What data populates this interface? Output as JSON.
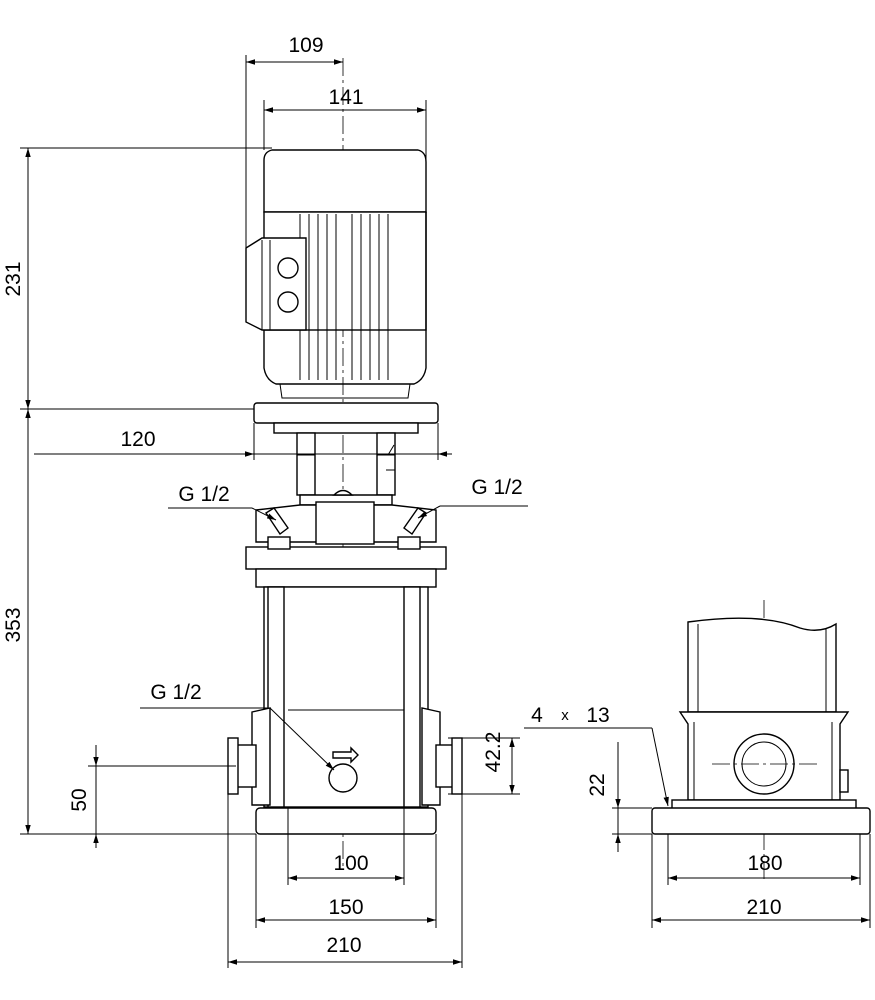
{
  "front_view": {
    "dim_width_top": "109",
    "dim_motor_width": "141",
    "dim_motor_height": "231",
    "dim_flange_offset": "120",
    "port_label_left": "G 1/2",
    "port_label_right": "G 1/2",
    "dim_pump_height": "353",
    "port_label_bottom": "G 1/2",
    "dim_port_height": "42.2",
    "dim_inlet_height": "50",
    "dim_base_inner": "100",
    "dim_base_middle": "150",
    "dim_base_overall": "210"
  },
  "side_view": {
    "dim_holes": "4",
    "dim_holes_times": "x",
    "dim_hole_size": "13",
    "dim_base_height": "22",
    "dim_base_inner": "180",
    "dim_base_overall": "210"
  }
}
